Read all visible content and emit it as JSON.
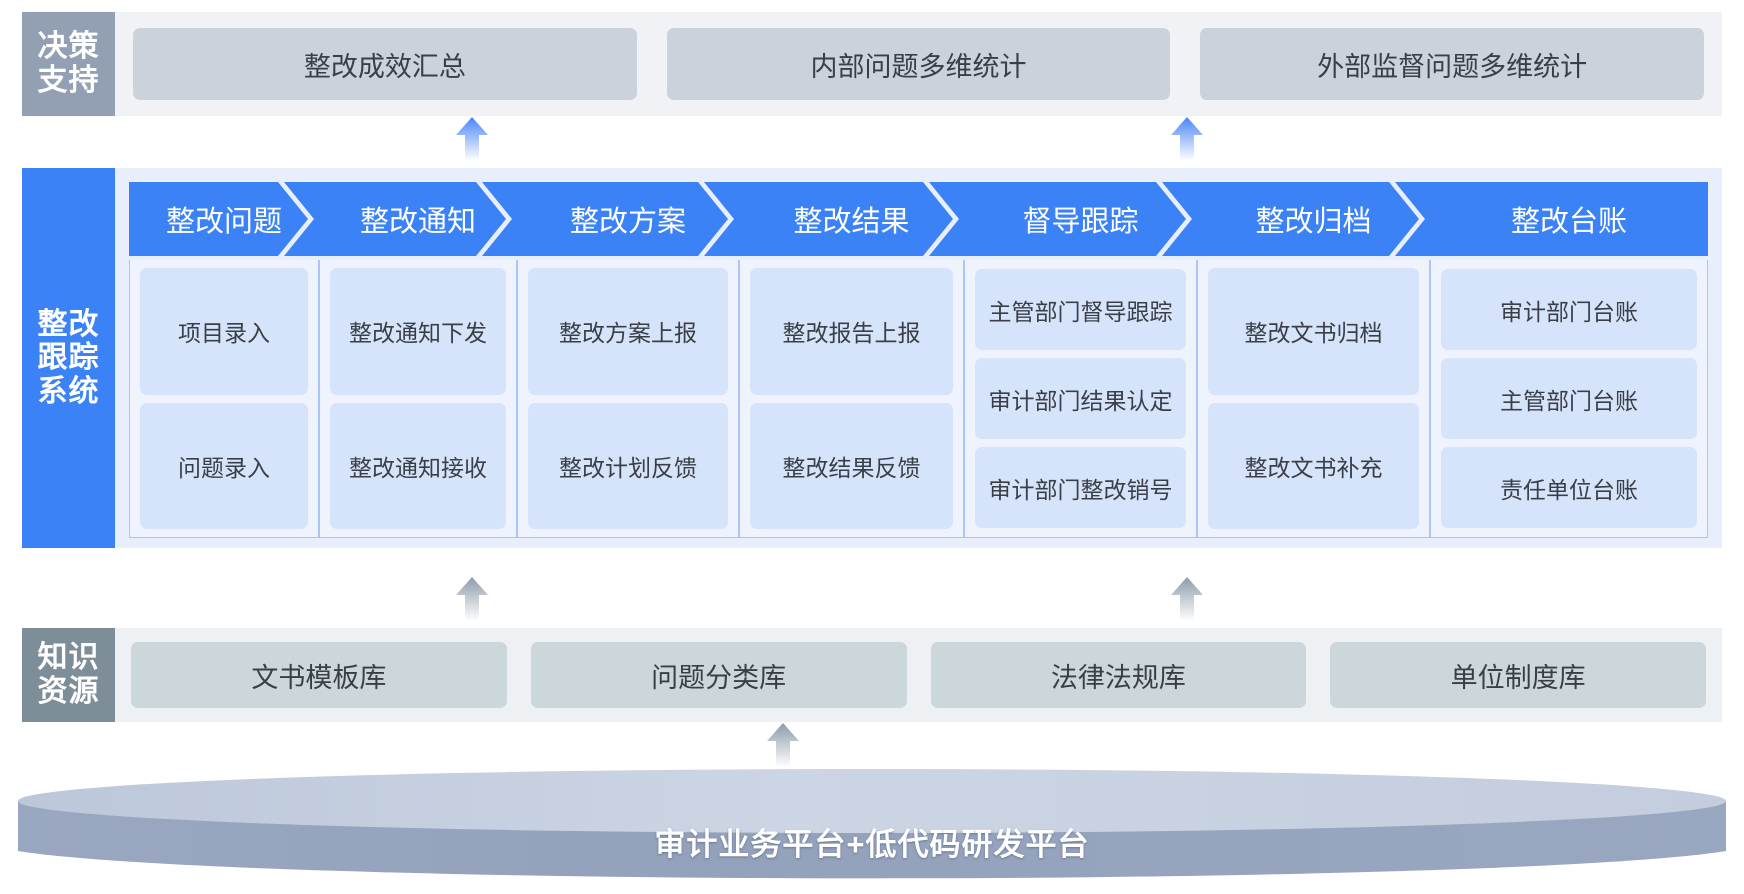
{
  "colors": {
    "primary_blue": "#3b82f6",
    "decision_label_bg": "#93a0b3",
    "decision_card_bg": "#ccd2dc",
    "knowledge_label_bg": "#7d8e99",
    "knowledge_card_bg": "#ccd7dc",
    "system_band_bg": "#e8eefc",
    "item_bg": "#d6e4fb",
    "platform_top": "#c6cfdf",
    "platform_body": "#96a3bd"
  },
  "decision": {
    "label": [
      "决策",
      "支持"
    ],
    "cards": [
      "整改成效汇总",
      "内部问题多维统计",
      "外部监督问题多维统计"
    ]
  },
  "system": {
    "label": [
      "整改",
      "跟踪",
      "系统"
    ],
    "stages": [
      {
        "title": "整改问题",
        "items": [
          "项目录入",
          "问题录入"
        ]
      },
      {
        "title": "整改通知",
        "items": [
          "整改通知下发",
          "整改通知接收"
        ]
      },
      {
        "title": "整改方案",
        "items": [
          "整改方案上报",
          "整改计划反馈"
        ]
      },
      {
        "title": "整改结果",
        "items": [
          "整改报告上报",
          "整改结果反馈"
        ]
      },
      {
        "title": "督导跟踪",
        "items": [
          "主管部门督导跟踪",
          "审计部门结果认定",
          "审计部门整改销号"
        ]
      },
      {
        "title": "整改归档",
        "items": [
          "整改文书归档",
          "整改文书补充"
        ]
      },
      {
        "title": "整改台账",
        "items": [
          "审计部门台账",
          "主管部门台账",
          "责任单位台账"
        ]
      }
    ]
  },
  "knowledge": {
    "label": [
      "知识",
      "资源"
    ],
    "cards": [
      "文书模板库",
      "问题分类库",
      "法律法规库",
      "单位制度库"
    ]
  },
  "platform": {
    "title": "审计业务平台+低代码研发平台"
  }
}
